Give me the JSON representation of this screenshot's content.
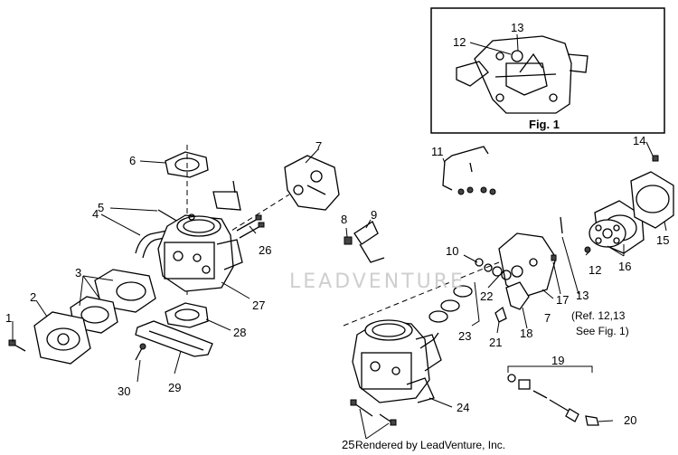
{
  "figure_box": {
    "label": "Fig. 1",
    "callouts": [
      "12",
      "13"
    ]
  },
  "callouts": [
    "1",
    "2",
    "3",
    "4",
    "5",
    "6",
    "7",
    "8",
    "9",
    "10",
    "11",
    "12",
    "13",
    "14",
    "15",
    "16",
    "7",
    "17",
    "18",
    "21",
    "22",
    "23",
    "24",
    "25",
    "26",
    "27",
    "28",
    "29",
    "30",
    "19",
    "20"
  ],
  "note_lines": [
    "(Ref. 12,13",
    "See Fig. 1)"
  ],
  "watermark": "LEADVENTURE",
  "credit": "Rendered by LeadVenture, Inc."
}
